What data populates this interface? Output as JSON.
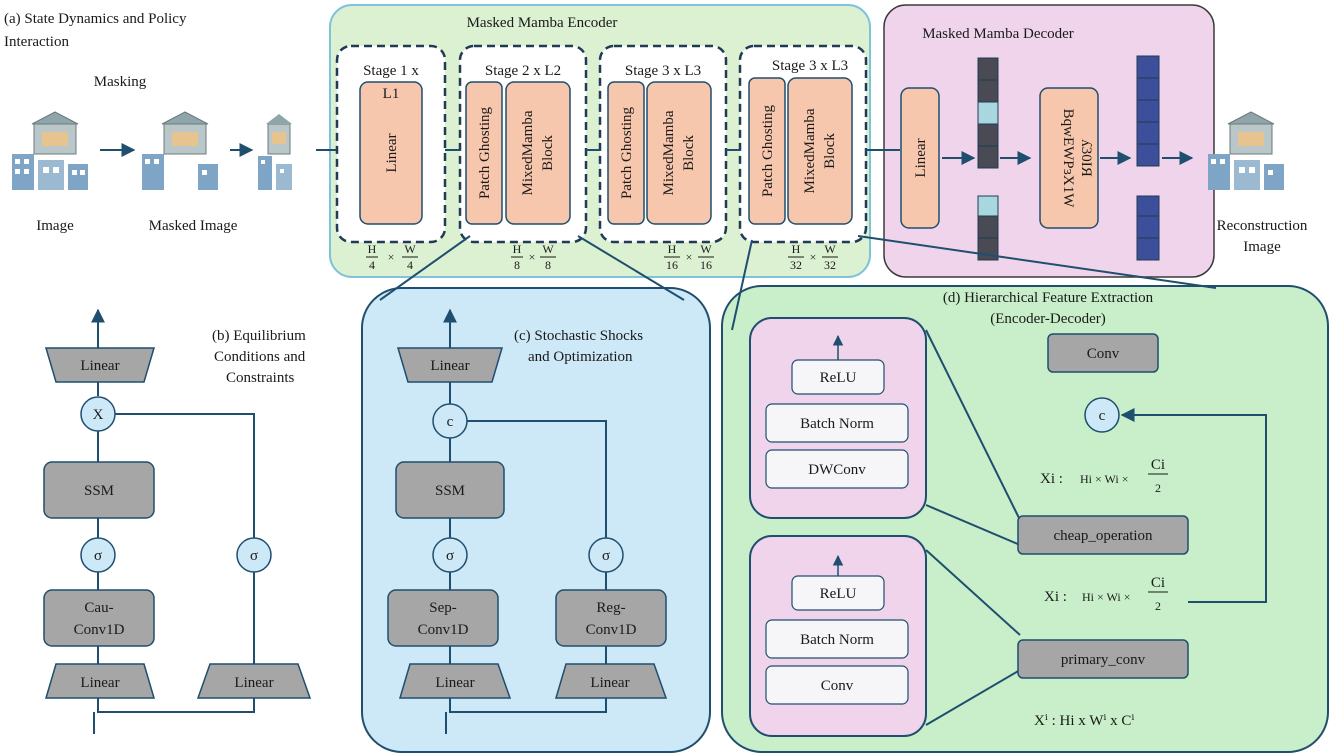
{
  "panel_a": {
    "title_line1": "(a) State Dynamics and Policy",
    "title_line2": "Interaction",
    "masking": "Masking",
    "image": "Image",
    "masked_image": "Masked Image",
    "reconstruction_line1": "Reconstruction",
    "reconstruction_line2": "Image"
  },
  "encoder": {
    "title": "Masked Mamba Encoder",
    "stage1_title": "Stage 1 x",
    "stage1_sub": "L1",
    "stage1_block": "Linear",
    "stage2_title": "Stage 2 x L2",
    "stage3_title": "Stage 3 x L3",
    "stage4_title": "Stage 3 x L3",
    "patch_ghosting": "Patch Ghosting",
    "mixed_line1": "MixedMamba",
    "mixed_line2": "Block",
    "dims": [
      {
        "num1": "H",
        "den1": "4",
        "num2": "W",
        "den2": "4"
      },
      {
        "num1": "H",
        "den1": "8",
        "num2": "W",
        "den2": "8"
      },
      {
        "num1": "H",
        "den1": "16",
        "num2": "W",
        "den2": "16"
      },
      {
        "num1": "H",
        "den1": "32",
        "num2": "W",
        "den2": "32"
      }
    ],
    "times": "×"
  },
  "decoder": {
    "title": "Masked Mamba Decoder",
    "linear": "Linear",
    "block_line1": "BqwEWPɜX1W",
    "block_line2": "ʎ30IЯ"
  },
  "panel_b": {
    "title_line1": "(b) Equilibrium",
    "title_line2": "Conditions and",
    "title_line3": "Constraints",
    "linear_top": "Linear",
    "mult": "X",
    "ssm": "SSM",
    "sigma": "σ",
    "conv_line1": "Cau-",
    "conv_line2": "Conv1D",
    "linear_bottom_left": "Linear",
    "linear_bottom_right": "Linear"
  },
  "panel_c": {
    "title_line1": "(c) Stochastic Shocks",
    "title_line2": "and Optimization",
    "linear_top": "Linear",
    "concat": "c",
    "ssm": "SSM",
    "sigma": "σ",
    "sep_line1": "Sep-",
    "sep_line2": "Conv1D",
    "reg_line1": "Reg-",
    "reg_line2": "Conv1D",
    "linear_bottom_left": "Linear",
    "linear_bottom_right": "Linear"
  },
  "panel_d": {
    "title_line1": "(d) Hierarchical Feature Extraction",
    "title_line2": "(Encoder-Decoder)",
    "relu": "ReLU",
    "batch_norm": "Batch Norm",
    "dwconv": "DWConv",
    "conv_small": "Conv",
    "conv_top": "Conv",
    "concat": "c",
    "xi_label": "Xi :",
    "xi_expr": "Hi × Wi ×",
    "ci": "Ci",
    "two": "2",
    "cheap": "cheap_operation",
    "primary": "primary_conv",
    "bottom_label": "Xⁱ :  Hi x Wⁱ x Cⁱ"
  },
  "colors": {
    "encoder_bg": "#dcf0d2",
    "decoder_bg": "#f0d4ec",
    "panel_c_bg": "#cde8f7",
    "panel_d_bg": "#c8efc9",
    "salmon": "#f7c7ad",
    "gray_block": "#a6a6a6",
    "navy": "#1f4e6e",
    "token_dark": "#4a4a55",
    "token_blue": "#3d4f9a",
    "token_light": "#a9d7e0"
  }
}
